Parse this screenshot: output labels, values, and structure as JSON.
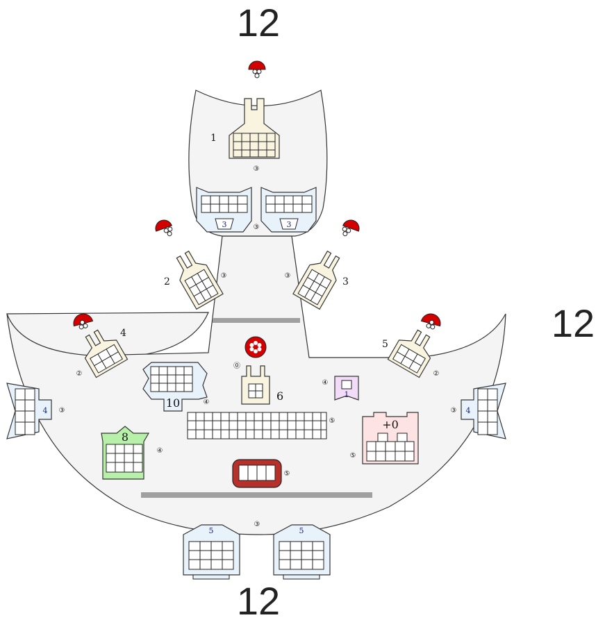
{
  "border_counts": {
    "top": "12",
    "right": "12",
    "bottom": "12"
  },
  "colors": {
    "hull": "#f4f4f4",
    "parchment": "#f8f4e0",
    "ice": "#e8f2fb",
    "green": "#b7f0a8",
    "pink": "#fde3e3",
    "lilac": "#f3dcf7",
    "red_accent": "#d40000",
    "dark_red": "#b7302a",
    "bar_gray": "#a0a0a0"
  },
  "labels": {
    "a": "1",
    "b": "2",
    "c": "3",
    "d": "4",
    "e": "5",
    "f": "6",
    "g": "10",
    "h": "8",
    "i": "+0",
    "j": "1",
    "k": "3",
    "l": "3",
    "m": "4",
    "n": "4",
    "o": "5",
    "p": "5"
  },
  "circled": {
    "c0": "③",
    "c1": "③",
    "c2": "③",
    "c3": "③",
    "c4": "②",
    "c5": "②",
    "c6": "⓪",
    "c7": "④",
    "c8": "③",
    "c9": "③",
    "c10": "④",
    "c11": "⑤",
    "c12": "④",
    "c13": "⑤",
    "c14": "⑤",
    "c15": "③"
  },
  "icons": {
    "tokens": "red-fan-token-icon",
    "center": "red-flower-token-icon"
  }
}
